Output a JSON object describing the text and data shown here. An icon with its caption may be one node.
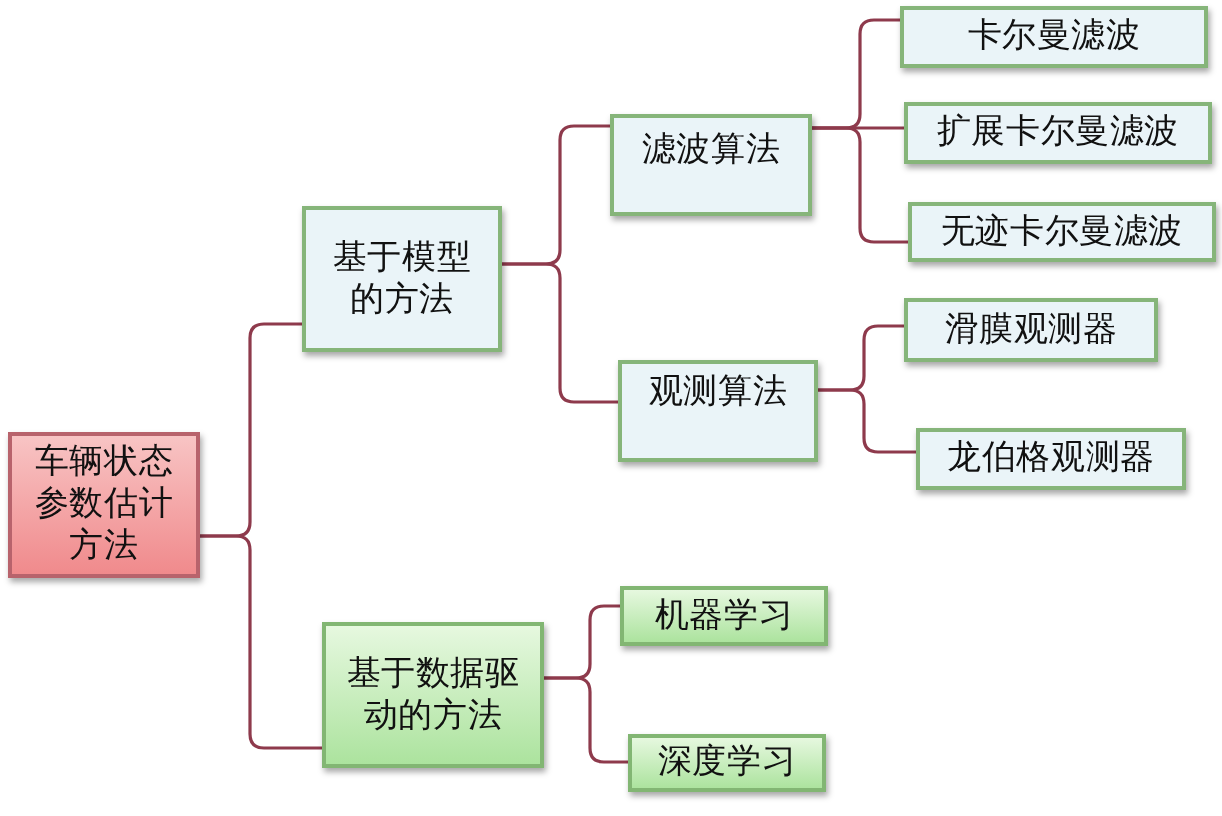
{
  "diagram": {
    "nodes": [
      {
        "text": [
          "车辆状态参数估计方法"
        ]
      },
      {
        "text": [
          "基于模型的方法"
        ]
      },
      {
        "text": [
          "基于数据驱动的方法"
        ]
      },
      {
        "text": [
          "滤波算法"
        ]
      },
      {
        "text": [
          "观测算法"
        ]
      },
      {
        "text": [
          "卡尔曼滤波"
        ]
      },
      {
        "text": [
          "扩展卡尔曼滤波"
        ]
      },
      {
        "text": [
          "无迹卡尔曼滤波"
        ]
      },
      {
        "text": [
          "滑膜观测器"
        ]
      },
      {
        "text": [
          "龙伯格观测器"
        ]
      },
      {
        "text": [
          "机器学习"
        ]
      },
      {
        "text": [
          "深度学习"
        ]
      }
    ],
    "edges": [
      {
        "from": 0,
        "to": 1,
        "arrow": "none"
      },
      {
        "from": 0,
        "to": 2,
        "arrow": "none"
      },
      {
        "from": 1,
        "to": 3,
        "arrow": "none"
      },
      {
        "from": 1,
        "to": 4,
        "arrow": "none"
      },
      {
        "from": 3,
        "to": 5,
        "arrow": "none"
      },
      {
        "from": 3,
        "to": 6,
        "arrow": "none"
      },
      {
        "from": 3,
        "to": 7,
        "arrow": "none"
      },
      {
        "from": 4,
        "to": 8,
        "arrow": "none"
      },
      {
        "from": 4,
        "to": 9,
        "arrow": "none"
      },
      {
        "from": 2,
        "to": 10,
        "arrow": "none"
      },
      {
        "from": 2,
        "to": 11,
        "arrow": "none"
      }
    ]
  }
}
